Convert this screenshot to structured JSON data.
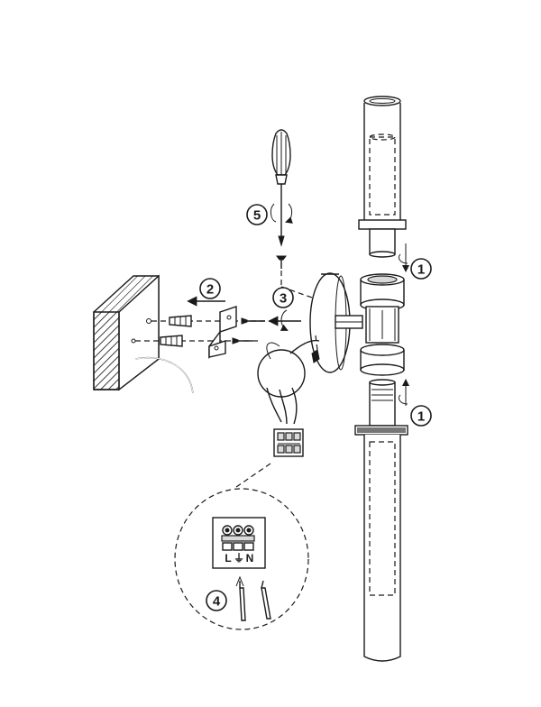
{
  "steps": [
    {
      "id": "step-1-top",
      "label": "1"
    },
    {
      "id": "step-1-bottom",
      "label": "1"
    },
    {
      "id": "step-2",
      "label": "2"
    },
    {
      "id": "step-3",
      "label": "3"
    },
    {
      "id": "step-4",
      "label": "4"
    },
    {
      "id": "step-5",
      "label": "5"
    }
  ],
  "terminal_labels": {
    "left": "L",
    "earth": "⏚",
    "neutral": "N"
  }
}
